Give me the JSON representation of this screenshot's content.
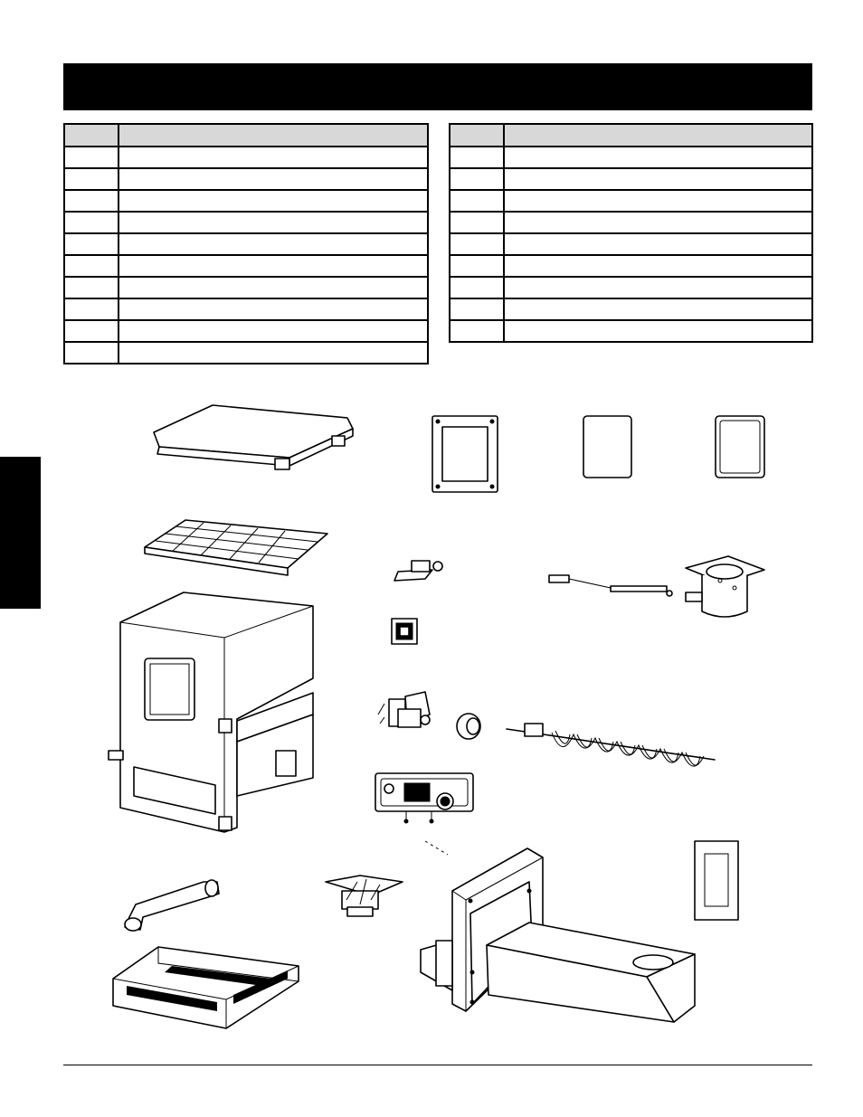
{
  "parts_table_left": {
    "rows": 10
  },
  "parts_table_right": {
    "rows": 9
  },
  "parts_illustrations": [
    "hopper-lid",
    "hopper-gasket-frame",
    "hopper-plate",
    "hopper-gasket",
    "grate",
    "auger-bracket",
    "hot-rod-igniter",
    "burn-pot",
    "power-switch",
    "hopper-box",
    "auger-motor",
    "bushing",
    "auger",
    "controller",
    "handle",
    "fan",
    "auger-feed-tube-assembly",
    "feed-tube-gasket",
    "grease-tray-basket"
  ]
}
